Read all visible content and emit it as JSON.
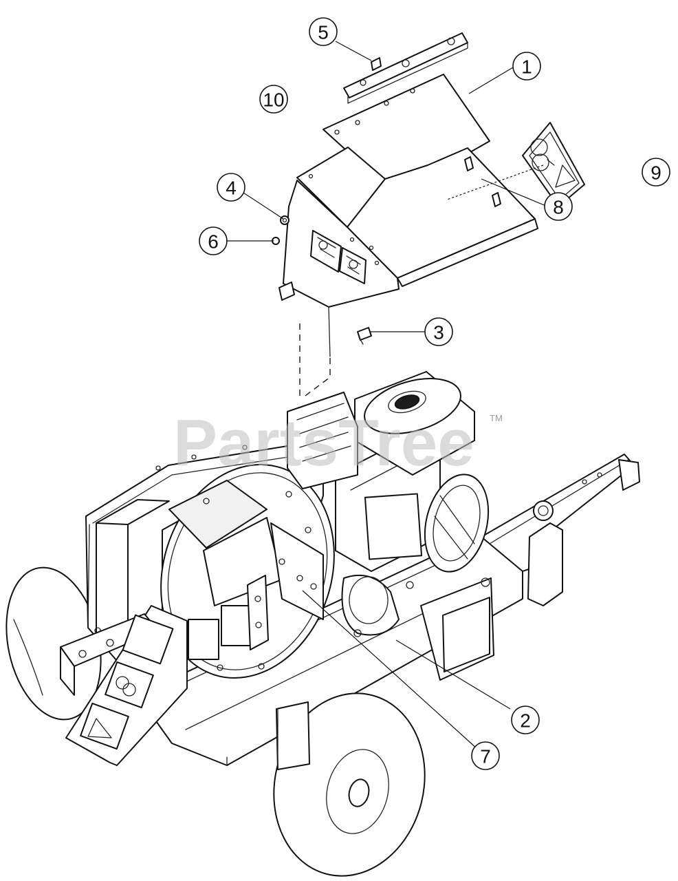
{
  "diagram": {
    "watermark": "PartsTree",
    "watermark_tm": "TM",
    "callouts": [
      "1",
      "2",
      "3",
      "4",
      "5",
      "6",
      "7",
      "8",
      "9",
      "10"
    ]
  }
}
